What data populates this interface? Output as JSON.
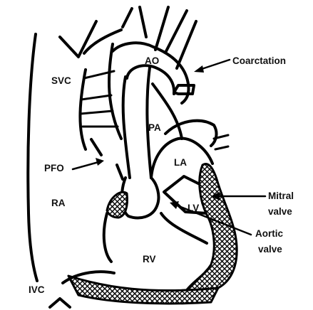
{
  "labels": {
    "svc": "SVC",
    "ao": "AO",
    "pa": "PA",
    "la": "LA",
    "lv": "LV",
    "ra": "RA",
    "rv": "RV",
    "ivc": "IVC",
    "pfo": "PFO",
    "coarctation": "Coarctation",
    "mitral_valve_line1": "Mitral",
    "mitral_valve_line2": "valve",
    "aortic_valve_line1": "Aortic",
    "aortic_valve_line2": "valve"
  }
}
